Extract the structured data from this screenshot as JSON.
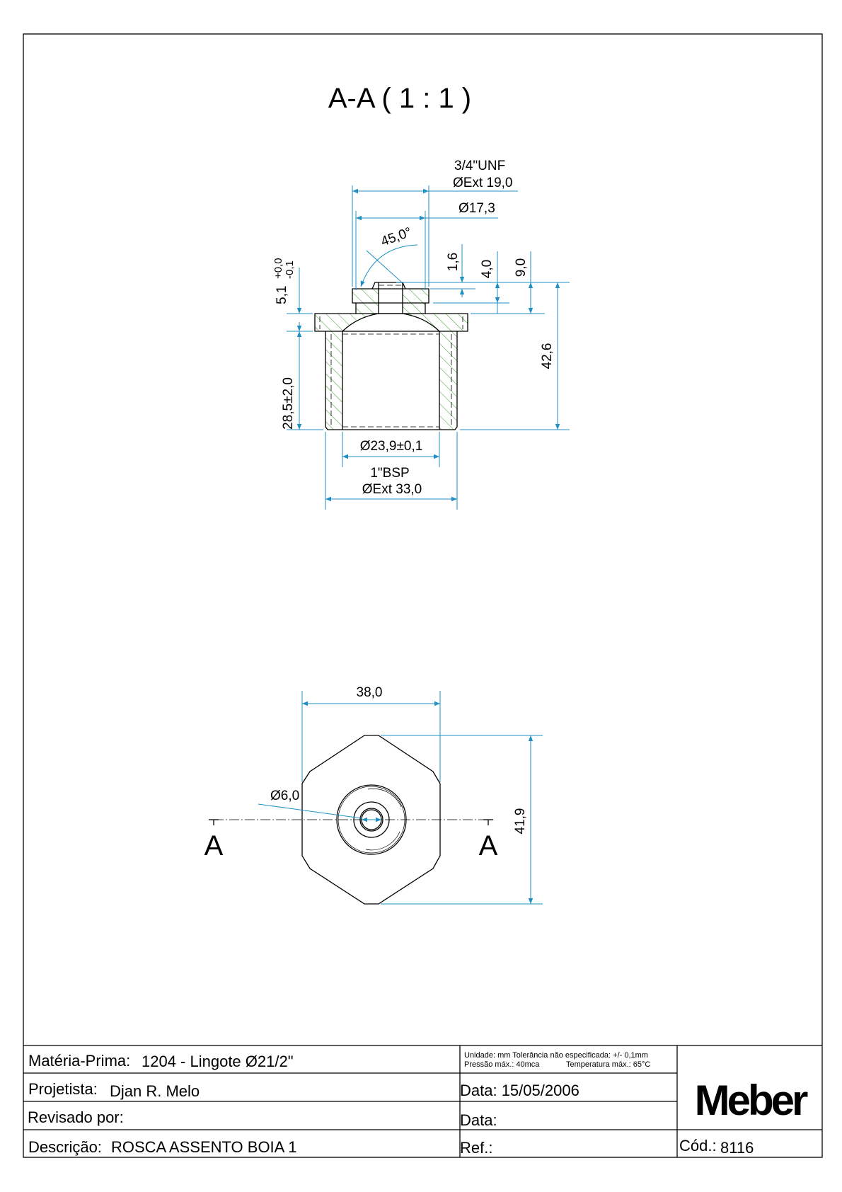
{
  "drawing": {
    "section_title": "A-A  ( 1 : 1 )",
    "section_marker": "A"
  },
  "section_view": {
    "thread_top_name": "3/4\"UNF",
    "thread_top_ext": "ØExt 19,0",
    "dia_17": "Ø17,3",
    "angle": "45,0°",
    "dim_1_6": "1,6",
    "dim_4_0": "4,0",
    "dim_9_0": "9,0",
    "dim_42_6": "42,6",
    "dim_5_1": "5,1",
    "dim_5_1_tol_upper": "+0,0",
    "dim_5_1_tol_lower": "-0,1",
    "dim_28_5": "28,5±2,0",
    "dia_23_9": "Ø23,9±0,1",
    "thread_bottom_name": "1\"BSP",
    "thread_bottom_ext": "ØExt 33,0"
  },
  "top_view": {
    "width": "38,0",
    "height": "41,9",
    "hole_dia": "Ø6,0"
  },
  "title_block": {
    "materia_label": "Matéria-Prima:",
    "materia_value": "1204 - Lingote Ø21/2\"",
    "notes_line1": "Unidade: mm Tolerância não especificada: +/- 0,1mm",
    "notes_line2a": "Pressão máx.: 40mca",
    "notes_line2b": "Temperatura máx.: 65°C",
    "projetista_label": "Projetista:",
    "projetista_value": "Djan R. Melo",
    "data1": "Data: 15/05/2006",
    "revisado_label": "Revisado por:",
    "data2": "Data:",
    "descricao_label": "Descrição:",
    "descricao_value": "ROSCA ASSENTO BOIA 1",
    "ref_label": "Ref.:",
    "cod_label": "Cód.:",
    "cod_value": "8116",
    "logo": "Meber"
  },
  "colors": {
    "dimension": "#1f8fc4",
    "hatch": "#3a9a2a"
  }
}
